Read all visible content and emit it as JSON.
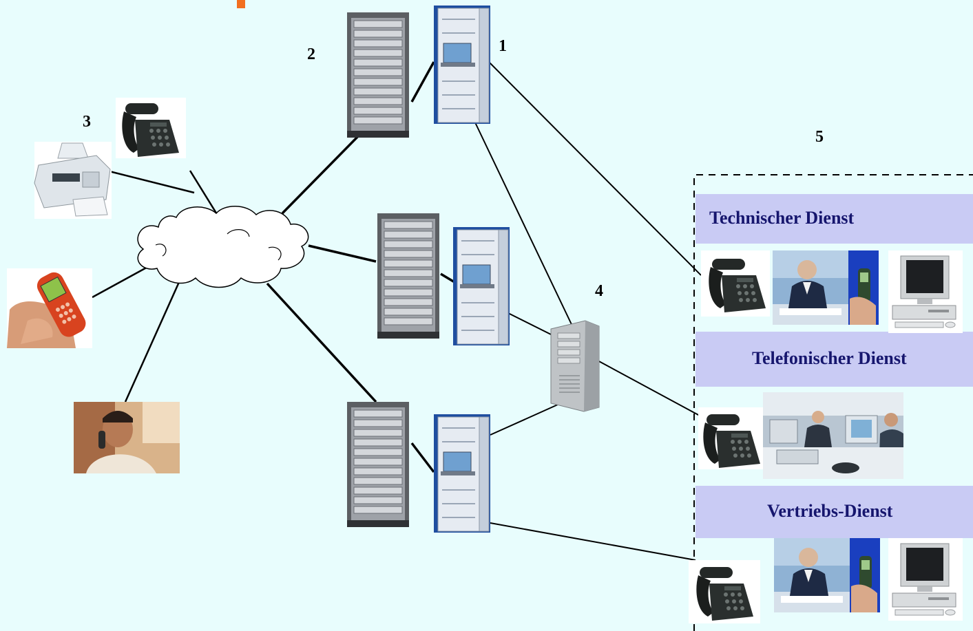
{
  "labels": {
    "n1": "1",
    "n2": "2",
    "n3": "3",
    "n4": "4",
    "n5": "5"
  },
  "departments": [
    {
      "name": "Technischer Dienst"
    },
    {
      "name": "Telefonischer Dienst"
    },
    {
      "name": "Vertriebs-Dienst"
    }
  ],
  "colors": {
    "background": "#e8fdfd",
    "band": "#c9cbf4",
    "band_text": "#16166e",
    "accent": "#f26f1f"
  },
  "icons": [
    "cloud-icon",
    "server-rack-icon",
    "rack-cabinet-icon",
    "tower-server-icon",
    "desk-phone-icon",
    "fax-machine-icon",
    "mobile-phone-icon",
    "person-on-phone-icon",
    "desktop-computer-icon",
    "office-worker-icon",
    "call-center-icon"
  ]
}
